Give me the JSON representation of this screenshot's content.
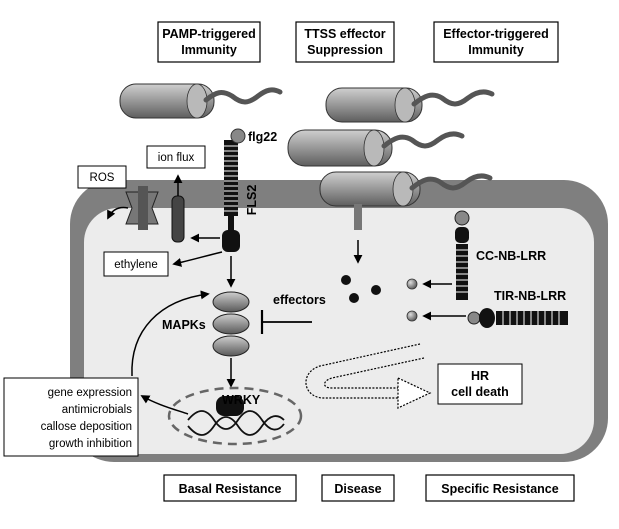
{
  "header_boxes": {
    "pamp_line1": "PAMP-triggered",
    "pamp_line2": "Immunity",
    "ttss_line1": "TTSS effector",
    "ttss_line2": "Suppression",
    "eti_line1": "Effector-triggered",
    "eti_line2": "Immunity"
  },
  "labels": {
    "flg22": "flg22",
    "fls2": "FLS2",
    "ion_flux": "ion flux",
    "ros": "ROS",
    "ethylene": "ethylene",
    "mapks": "MAPKs",
    "effectors": "effectors",
    "wrky": "WRKY",
    "cc_nb_lrr": "CC-NB-LRR",
    "tir_nb_lrr": "TIR-NB-LRR",
    "hr_line1": "HR",
    "hr_line2": "cell death"
  },
  "outputs_box": [
    "gene expression",
    "antimicrobials",
    "callose deposition",
    "growth inhibition"
  ],
  "footer_boxes": {
    "basal": "Basal Resistance",
    "disease": "Disease",
    "specific": "Specific Resistance"
  },
  "colors": {
    "cell_fill": "#ececec",
    "cell_border": "#7f7f7f",
    "bacteria_fill": "#a9a9a9",
    "dark": "#111111"
  }
}
